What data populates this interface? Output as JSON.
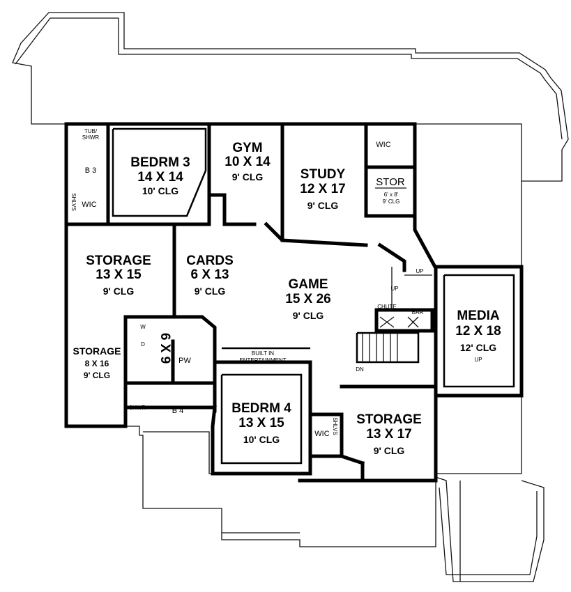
{
  "plan": {
    "rooms": {
      "bedrm3": {
        "name": "BEDRM 3",
        "size": "14 X 14",
        "ceiling": "10' CLG"
      },
      "gym": {
        "name": "GYM",
        "size": "10 X 14",
        "ceiling": "9' CLG"
      },
      "study": {
        "name": "STUDY",
        "size": "12 X 17",
        "ceiling": "9' CLG"
      },
      "stor": {
        "name": "STOR",
        "size": "6' x 8'",
        "ceiling": "9' CLG"
      },
      "storage_left": {
        "name": "STORAGE",
        "size": "13 X 15",
        "ceiling": "9' CLG"
      },
      "cards": {
        "name": "CARDS",
        "size": "6 X 13",
        "ceiling": "9' CLG"
      },
      "game": {
        "name": "GAME",
        "size": "15 X 26",
        "ceiling": "9' CLG"
      },
      "media": {
        "name": "MEDIA",
        "size": "12 X 18",
        "ceiling": "12' CLG"
      },
      "storage_small": {
        "name": "STORAGE",
        "size": "8 X 16",
        "ceiling": "9' CLG"
      },
      "laundry": {
        "size": "6 X 9"
      },
      "bedrm4": {
        "name": "BEDRM 4",
        "size": "13 X 15",
        "ceiling": "10' CLG"
      },
      "storage_right": {
        "name": "STORAGE",
        "size": "13 X 17",
        "ceiling": "9' CLG"
      }
    },
    "small_labels": {
      "tub_shwr_1": "TUB/",
      "tub_shwr_2": "SHWR",
      "b3": "B 3",
      "wic_b3": "WIC",
      "shlvs_b3": "SHLVS",
      "wic_top": "WIC",
      "up_1": "UP",
      "up_2": "UP",
      "up_3": "UP",
      "chute": "CHUTE",
      "bar": "BAR",
      "dn": "DN",
      "washer": "W",
      "dryer": "D",
      "pw": "PW",
      "built_in_1": "BUILT IN",
      "built_in_2": "ENTERTAINMENT",
      "shwr": "SHWR",
      "b4": "B 4",
      "wic_b4": "WIC",
      "shlvs_b4": "SHLVS"
    }
  }
}
